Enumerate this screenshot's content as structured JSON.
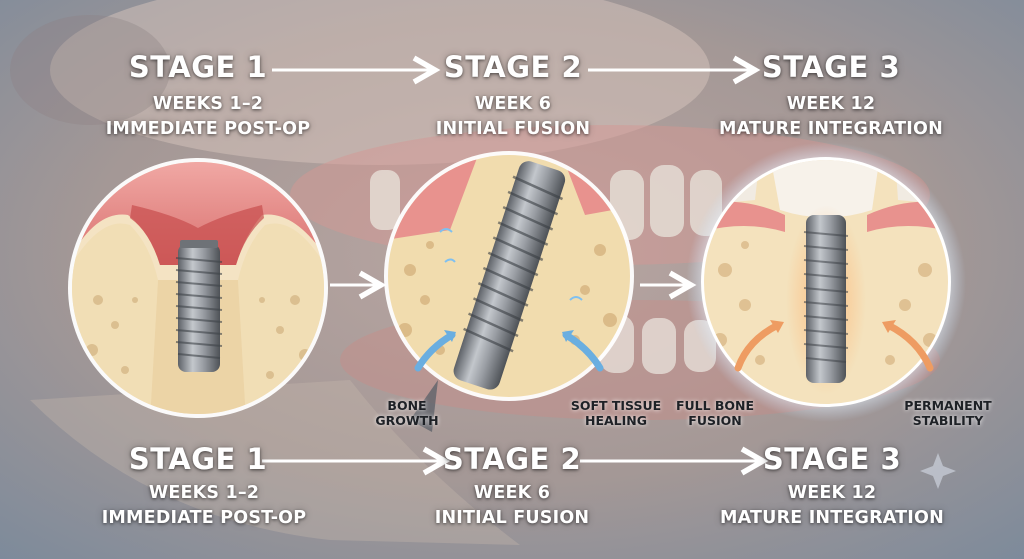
{
  "top_row": {
    "stages": [
      {
        "title": "STAGE 1",
        "line1": "WEEKS 1–2",
        "line2": "IMMEDIATE POST-OP"
      },
      {
        "title": "STAGE 2",
        "line1": "WEEK 6",
        "line2": "INITIAL FUSION"
      },
      {
        "title": "STAGE 3",
        "line1": "WEEK 12",
        "line2": "MATURE INTEGRATION"
      }
    ]
  },
  "bottom_row": {
    "stages": [
      {
        "title": "STAGE 1",
        "line1": "WEEKS 1–2",
        "line2": "IMMEDIATE POST-OP"
      },
      {
        "title": "STAGE 2",
        "line1": "WEEK 6",
        "line2": "INITIAL FUSION"
      },
      {
        "title": "STAGE 3",
        "line1": "WEEK 12",
        "line2": "MATURE INTEGRATION"
      }
    ]
  },
  "callouts": {
    "bone_growth": {
      "line1": "BONE",
      "line2": "GROWTH"
    },
    "soft_tissue": {
      "line1": "SOFT TISSUE",
      "line2": "HEALING"
    },
    "full_bone": {
      "line1": "FULL BONE",
      "line2": "FUSION"
    },
    "permanent": {
      "line1": "PERMANENT",
      "line2": "STABILITY"
    }
  },
  "colors": {
    "gum": "#e58f8e",
    "bone": "#efe0bd",
    "implant": "#8c9096",
    "arrow_blue": "#6aaee0",
    "arrow_orange": "#ee9c62",
    "background": "#8f9aa8"
  }
}
